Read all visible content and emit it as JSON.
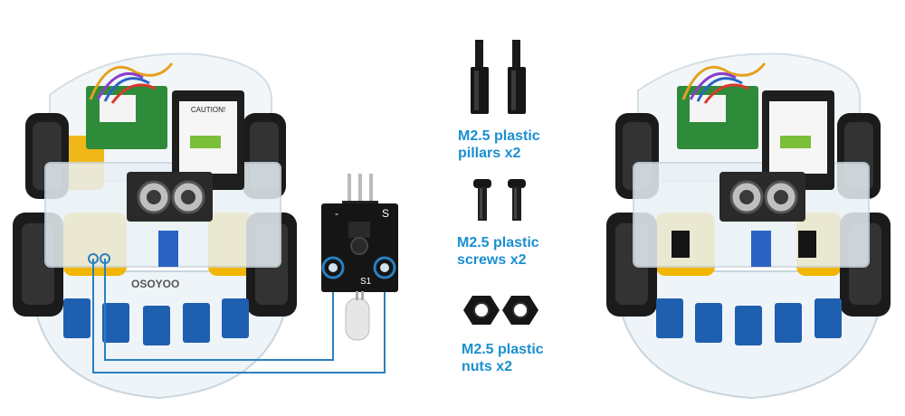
{
  "parts": {
    "pillars": {
      "line1": "M2.5 plastic",
      "line2": "pillars x2"
    },
    "screws": {
      "line1": "M2.5 plastic",
      "line2": "screws x2"
    },
    "nuts": {
      "line1": "M2.5 plastic",
      "line2": "nuts x2"
    }
  },
  "robot": {
    "caution_text": "CAUTION!",
    "brand_text": "OSOYOO"
  },
  "module": {
    "pin_minus": "-",
    "pin_s": "S",
    "board_label": "S1"
  },
  "colors": {
    "label_blue": "#1a8fd0",
    "wire_blue": "#2a7fc0",
    "sensor_blue": "#1f5fb0",
    "chassis_yellow": "#f2b600",
    "board_green": "#2e8b3a"
  },
  "icons": {
    "pillar": "hex-standoff-icon",
    "screw": "screw-icon",
    "nut": "hex-nut-icon"
  }
}
